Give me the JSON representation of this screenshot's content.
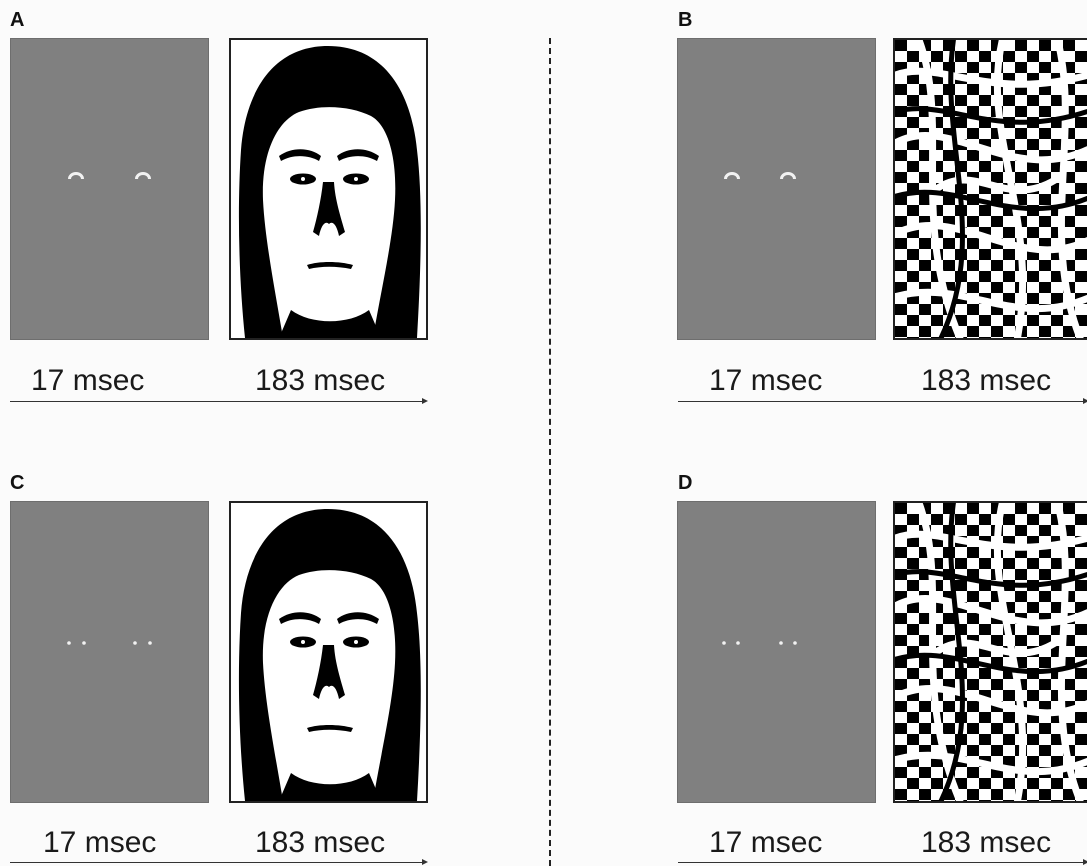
{
  "panels": [
    {
      "letter": "A",
      "cue": "eye-whites",
      "target": "face",
      "label_1": "17 msec",
      "label_2": "183 msec"
    },
    {
      "letter": "B",
      "cue": "eye-whites",
      "target": "mask",
      "label_1": "17 msec",
      "label_2": "183 msec"
    },
    {
      "letter": "C",
      "cue": "eye-dots",
      "target": "face",
      "label_1": "17 msec",
      "label_2": "183 msec"
    },
    {
      "letter": "D",
      "cue": "eye-dots",
      "target": "mask",
      "label_1": "17 msec",
      "label_2": "183 msec"
    }
  ],
  "colors": {
    "frame_gray": "#808080",
    "ink": "#111111",
    "background": "#fbfbfb"
  }
}
